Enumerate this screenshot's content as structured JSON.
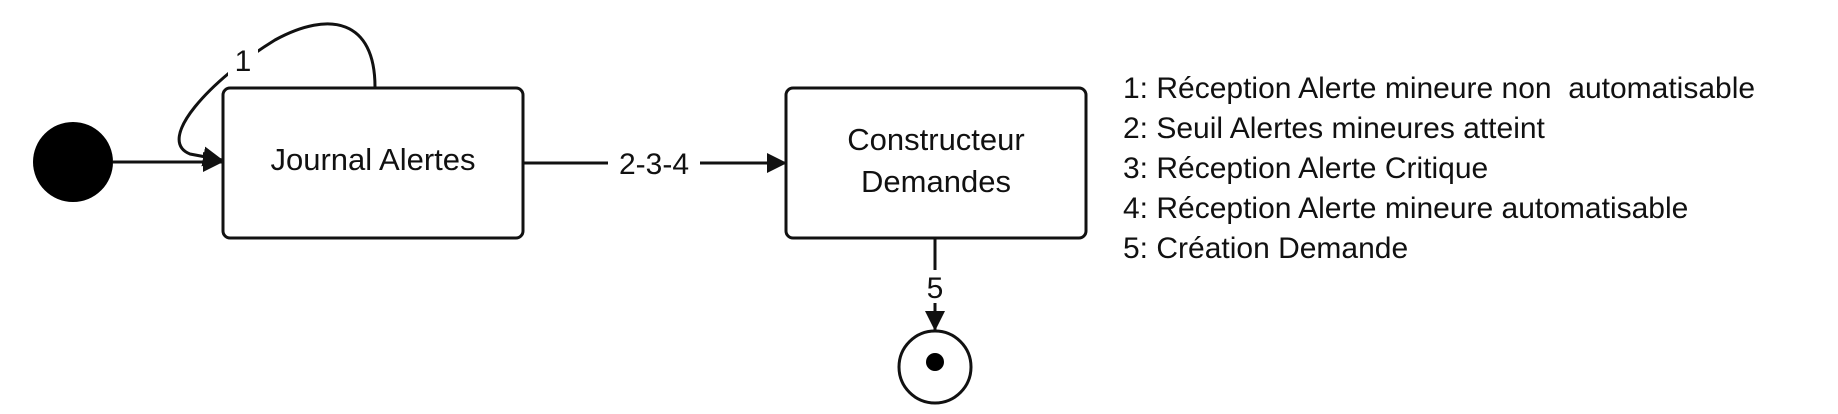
{
  "diagram": {
    "states": {
      "journal": {
        "label": "Journal Alertes"
      },
      "constructeur": {
        "label_lines": [
          "Constructeur",
          "Demandes"
        ]
      }
    },
    "transitions": {
      "self_loop": {
        "label": "1"
      },
      "journal_to_constructeur": {
        "label": "2-3-4"
      },
      "constructeur_to_final": {
        "label": "5"
      }
    },
    "legend": [
      "1: Réception Alerte mineure non  automatisable",
      "2: Seuil Alertes mineures atteint",
      "3: Réception Alerte Critique",
      "4: Réception Alerte mineure automatisable",
      "5: Création Demande"
    ],
    "colors": {
      "stroke": "#111111",
      "fill_box": "#ffffff",
      "initial_node": "#000000",
      "background": "#ffffff"
    }
  }
}
